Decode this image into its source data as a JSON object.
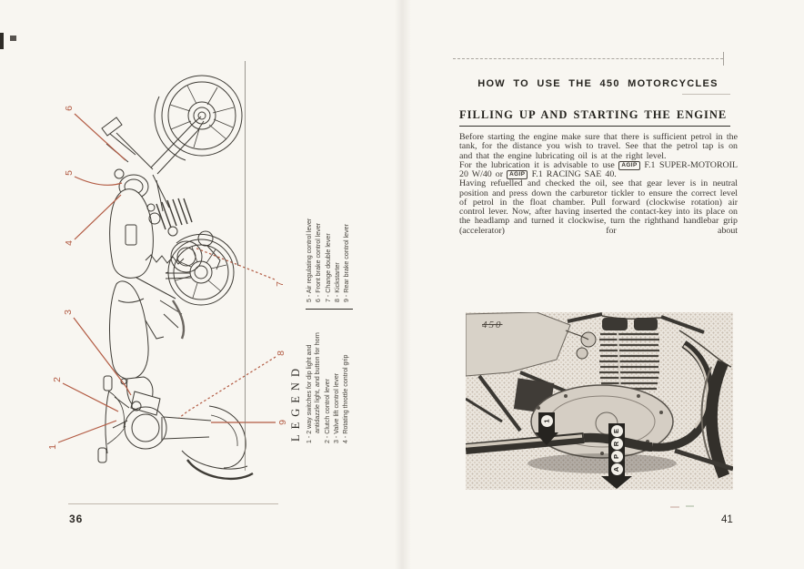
{
  "left_page": {
    "page_number": "36",
    "callouts": [
      "1",
      "2",
      "3",
      "4",
      "5",
      "6",
      "7",
      "8",
      "9"
    ],
    "legend": {
      "title": "LEGEND",
      "col1": [
        "1 - 2 way switches for dip light and antidazzle light, and button for horn",
        "2 - Clutch control lever",
        "3 - Valve lift control lever",
        "4 - Rotating throttle control grip"
      ],
      "col2": [
        "5 - Air regulating control lever",
        "6 - Front brake control lever",
        "7 - Change double lever",
        "8 - Kickstarter",
        "9 - Rear brake control lever"
      ]
    }
  },
  "right_page": {
    "page_number": "41",
    "header": "HOW TO USE THE 450 MOTORCYCLES",
    "section_title": "FILLING UP AND STARTING THE ENGINE",
    "para1": "Before starting the engine make sure that there is sufficient petrol in the tank, for the distance you wish to travel. See that the petrol tap is on and that the engine lubricating oil is at the right level.",
    "para2_seg1": "For the lubrication it is advisable to use",
    "agip_label": "AGIP",
    "para2_seg2": "F.1 SUPER-MOTOROIL 20 W/40 or",
    "para2_seg3": "F.1 RACING SAE 40.",
    "para3": "Having refuelled and checked the oil, see that gear lever is in neutral position and press down the carburetor tickler to ensure the correct level of petrol in the float chamber. Pull forward (clockwise rotation) air control lever. Now, after having inserted the contact-key into its place on the headlamp and turned it clockwise, turn the righthand handlebar grip (accelerator) for about",
    "photo": {
      "tank_marking": "450",
      "small_arrow_label": "1",
      "big_arrow_letters": [
        "E",
        "R",
        "P",
        "A"
      ]
    }
  },
  "colors": {
    "callout_red": "#b25a42",
    "ink": "#34312c",
    "page_background": "#f8f6f1"
  }
}
